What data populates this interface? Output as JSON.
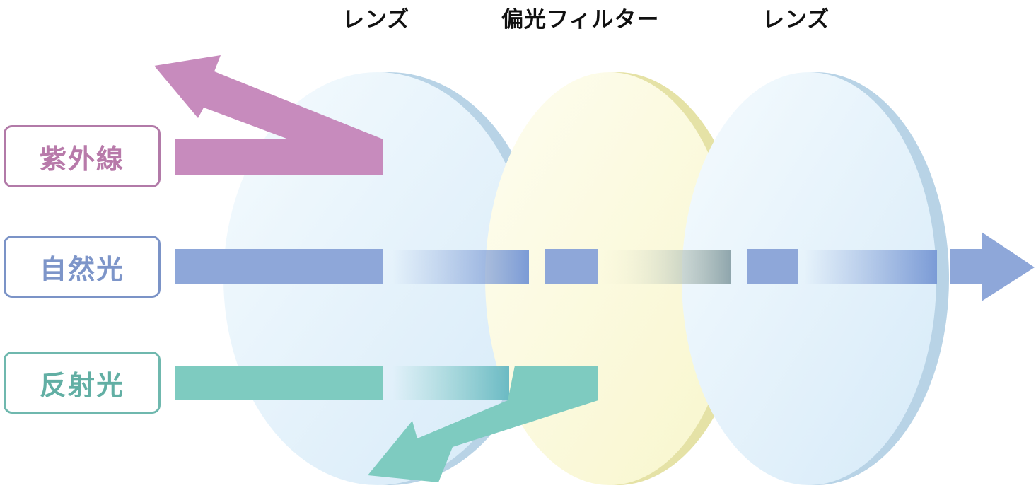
{
  "header": {
    "labels": [
      "レンズ",
      "偏光フィルター",
      "レンズ"
    ]
  },
  "legend": {
    "uv": {
      "label": "紫外線",
      "color": "#c78bbd",
      "border": "#b27aa8",
      "text": "#b87aaa"
    },
    "natural": {
      "label": "自然光",
      "color": "#8ea7d9",
      "border": "#7b93c7",
      "text": "#7d95c9"
    },
    "reflected": {
      "label": "反射光",
      "color": "#7ecbc0",
      "border": "#6fb8ae",
      "text": "#62afa4"
    }
  },
  "components": [
    {
      "name": "lens",
      "face": "#e3f1fb",
      "rim": "#b8d3e6"
    },
    {
      "name": "polarizing-filter",
      "face": "#fbf9d8",
      "rim": "#e5e2a6"
    },
    {
      "name": "lens",
      "face": "#e3f1fb",
      "rim": "#b8d3e6"
    }
  ]
}
